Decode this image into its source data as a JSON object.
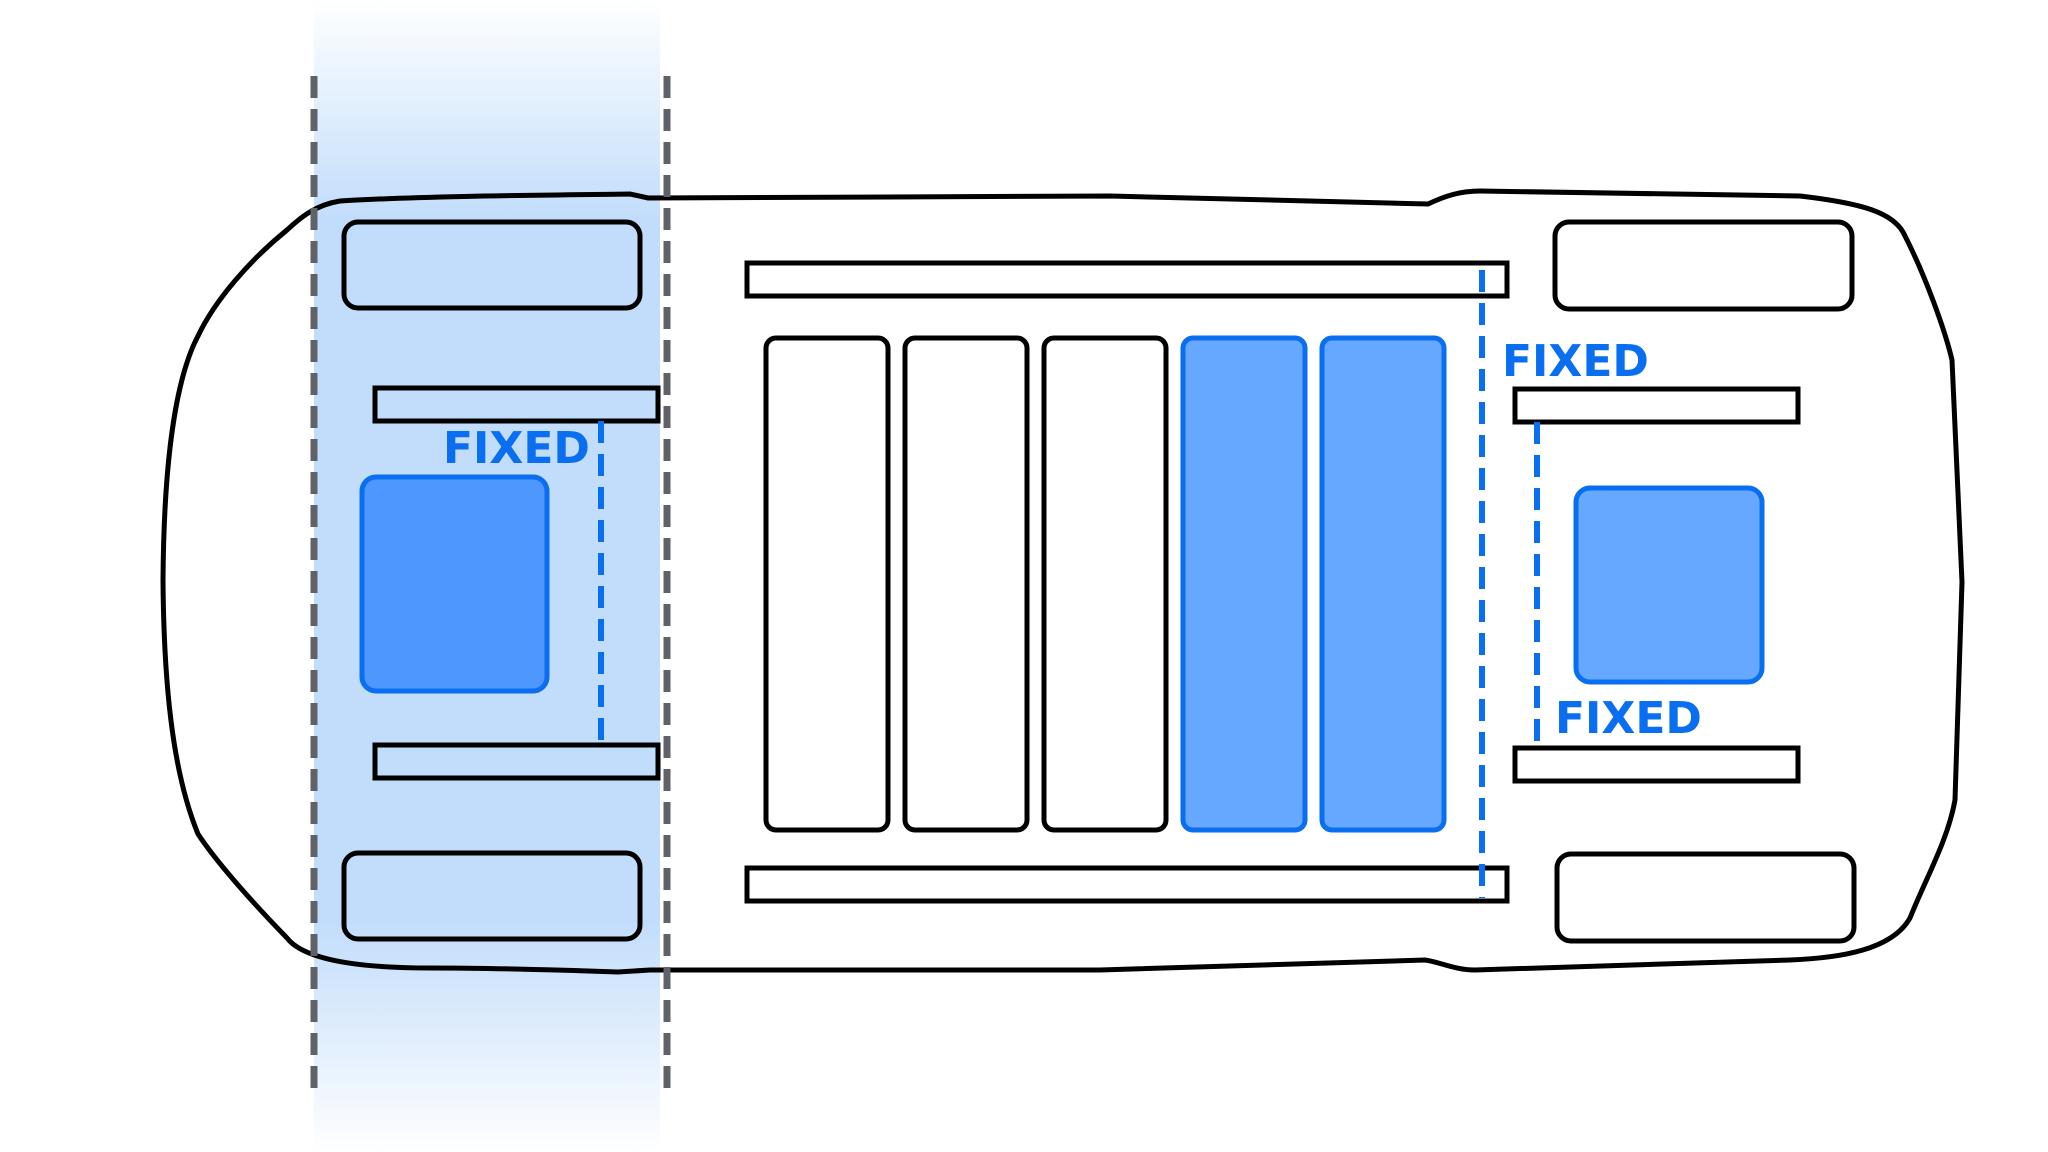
{
  "diagram": {
    "title": "Vehicle floor plan (top view) with movable and fixed elements",
    "colors": {
      "outline": "#000000",
      "accent_stroke": "#0A6EF0",
      "highlight_band": "#C2DDFB",
      "front_block_fill": "#4D97FF",
      "rear_block_fill": "#66A8FF",
      "guide_dash": "#5F6368",
      "label": "#0A6EF0"
    },
    "labels": {
      "front_fixed": "FIXED",
      "rear_upper_fixed": "FIXED",
      "rear_lower_fixed": "FIXED"
    },
    "slats": [
      {
        "id": "slat-1",
        "highlighted": false
      },
      {
        "id": "slat-2",
        "highlighted": false
      },
      {
        "id": "slat-3",
        "highlighted": false
      },
      {
        "id": "slat-4",
        "highlighted": true
      },
      {
        "id": "slat-5",
        "highlighted": true
      }
    ],
    "wheels": [
      "front-left",
      "front-right",
      "rear-left",
      "rear-right"
    ],
    "highlighted_zone": "front-axle-region"
  }
}
